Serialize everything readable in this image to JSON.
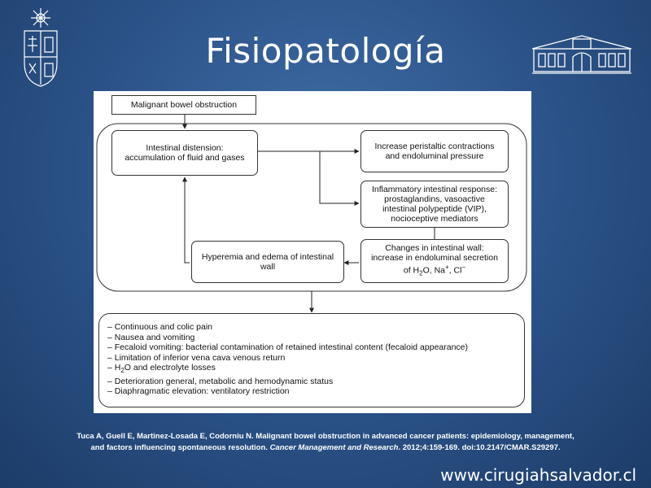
{
  "slide": {
    "title": "Fisiopatología",
    "website": "www.cirugiahsalvador.cl"
  },
  "diagram": {
    "start": "Malignant bowel obstruction",
    "distension": "Intestinal distension:\naccumulation of fluid and gases",
    "peristaltic": "Increase peristaltic contractions\nand endoluminal pressure",
    "inflammatory": "Inflammatory intestinal response:\nprostaglandins, vasoactive\nintestinal polypeptide (VIP),\nnocioceptive mediators",
    "wall_changes_l1": "Changes in intestinal wall:",
    "wall_changes_l2": "increase in endoluminal secretion",
    "wall_changes_l3a": "of H",
    "wall_changes_l3sub": "2",
    "wall_changes_l3b": "O, Na",
    "wall_changes_l3sup1": "+",
    "wall_changes_l3c": ", Cl",
    "wall_changes_l3sup2": "−",
    "hyperemia": "Hyperemia and edema of intestinal\nwall",
    "consequences": [
      "– Continuous and colic pain",
      "– Nausea and vomiting",
      "– Fecaloid vomiting: bacterial contamination of retained intestinal content (fecaloid appearance)",
      "– Limitation of inferior vena cava venous return",
      "– H",
      "– Deterioration general, metabolic and hemodynamic status",
      "– Diaphragmatic elevation: ventilatory restriction"
    ],
    "h2o_sub": "2",
    "h2o_rest": "O and electrolyte losses"
  },
  "citation": {
    "authors": "Tuca A, Guell E, Martinez-Losada E, Codorniu N. Malignant bowel obstruction in advanced cancer patients: epidemiology, management,",
    "line2_pre": "and factors influencing spontaneous resolution. ",
    "journal": "Cancer Management and Research",
    "line2_post": ". 2012;4:159-169.  doi:10.2147/CMAR.S29297."
  },
  "icons": {
    "left_logo": "university-crest-icon",
    "right_logo": "hospital-building-icon"
  }
}
